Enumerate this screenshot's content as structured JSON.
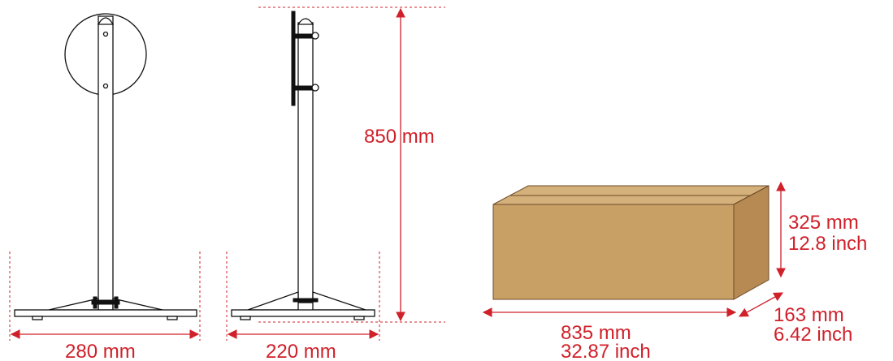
{
  "colors": {
    "dimension": "#d0202a",
    "ink": "#111111",
    "box_front": "#c8a066",
    "box_top": "#d4b07a",
    "box_side": "#b68a52",
    "box_edge": "#6e4a2a"
  },
  "front_view": {
    "width_label": "280 mm"
  },
  "side_view": {
    "height_label": "850 mm",
    "depth_label": "220 mm"
  },
  "package": {
    "length_label_mm": "835 mm",
    "length_label_inch": "32.87 inch",
    "height_label_mm": "325 mm",
    "height_label_inch": "12.8 inch",
    "depth_label_mm": "163 mm",
    "depth_label_inch": "6.42 inch"
  }
}
